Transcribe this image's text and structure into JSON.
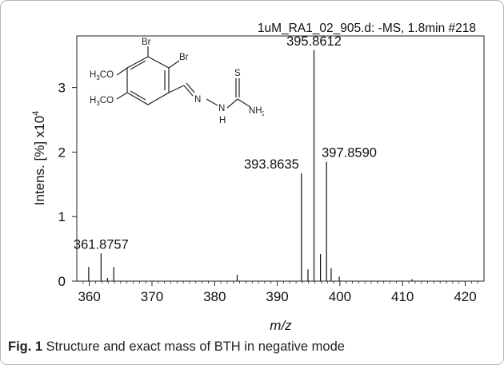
{
  "chart_data": {
    "type": "bar",
    "title": "1uM_RA1_02_905.d: -MS, 1.8min #218",
    "xlabel": "m/z",
    "ylabel": "Intens. [%] x10",
    "ylabel_exponent": "4",
    "xlim": [
      358,
      423
    ],
    "ylim": [
      0,
      3.8
    ],
    "xticks": [
      360,
      370,
      380,
      390,
      400,
      410,
      420
    ],
    "yticks": [
      0,
      1,
      2,
      3
    ],
    "peaks": [
      {
        "x": 359.9,
        "y": 0.22
      },
      {
        "x": 361.8757,
        "y": 0.43
      },
      {
        "x": 362.9,
        "y": 0.05
      },
      {
        "x": 363.9,
        "y": 0.22
      },
      {
        "x": 383.6,
        "y": 0.1
      },
      {
        "x": 393.8635,
        "y": 1.67
      },
      {
        "x": 394.9,
        "y": 0.18
      },
      {
        "x": 395.8612,
        "y": 3.58
      },
      {
        "x": 396.9,
        "y": 0.42
      },
      {
        "x": 397.859,
        "y": 1.85
      },
      {
        "x": 398.6,
        "y": 0.2
      },
      {
        "x": 399.9,
        "y": 0.07
      },
      {
        "x": 411.5,
        "y": 0.03
      }
    ],
    "labels": [
      {
        "text": "361.8757",
        "x": 361.8757,
        "y": 0.43
      },
      {
        "text": "393.8635",
        "x": 393.8635,
        "y": 1.67
      },
      {
        "text": "395.8612",
        "x": 395.8612,
        "y": 3.58
      },
      {
        "text": "397.8590",
        "x": 397.859,
        "y": 1.85
      }
    ]
  },
  "molecule": {
    "br_top": "Br",
    "br_right": "Br",
    "methoxy_top": "H",
    "methoxy_top_sub": "3",
    "methoxy_top_rest": "CO",
    "methoxy_bottom": "H",
    "methoxy_bottom_sub": "3",
    "methoxy_bottom_rest": "CO",
    "n1": "N",
    "n2": "N",
    "nh_h": "H",
    "s": "S",
    "nh2": "NH",
    "nh2_sub": "2"
  },
  "caption": {
    "label": "Fig. 1",
    "text": " Structure and exact mass of BTH in negative mode"
  }
}
